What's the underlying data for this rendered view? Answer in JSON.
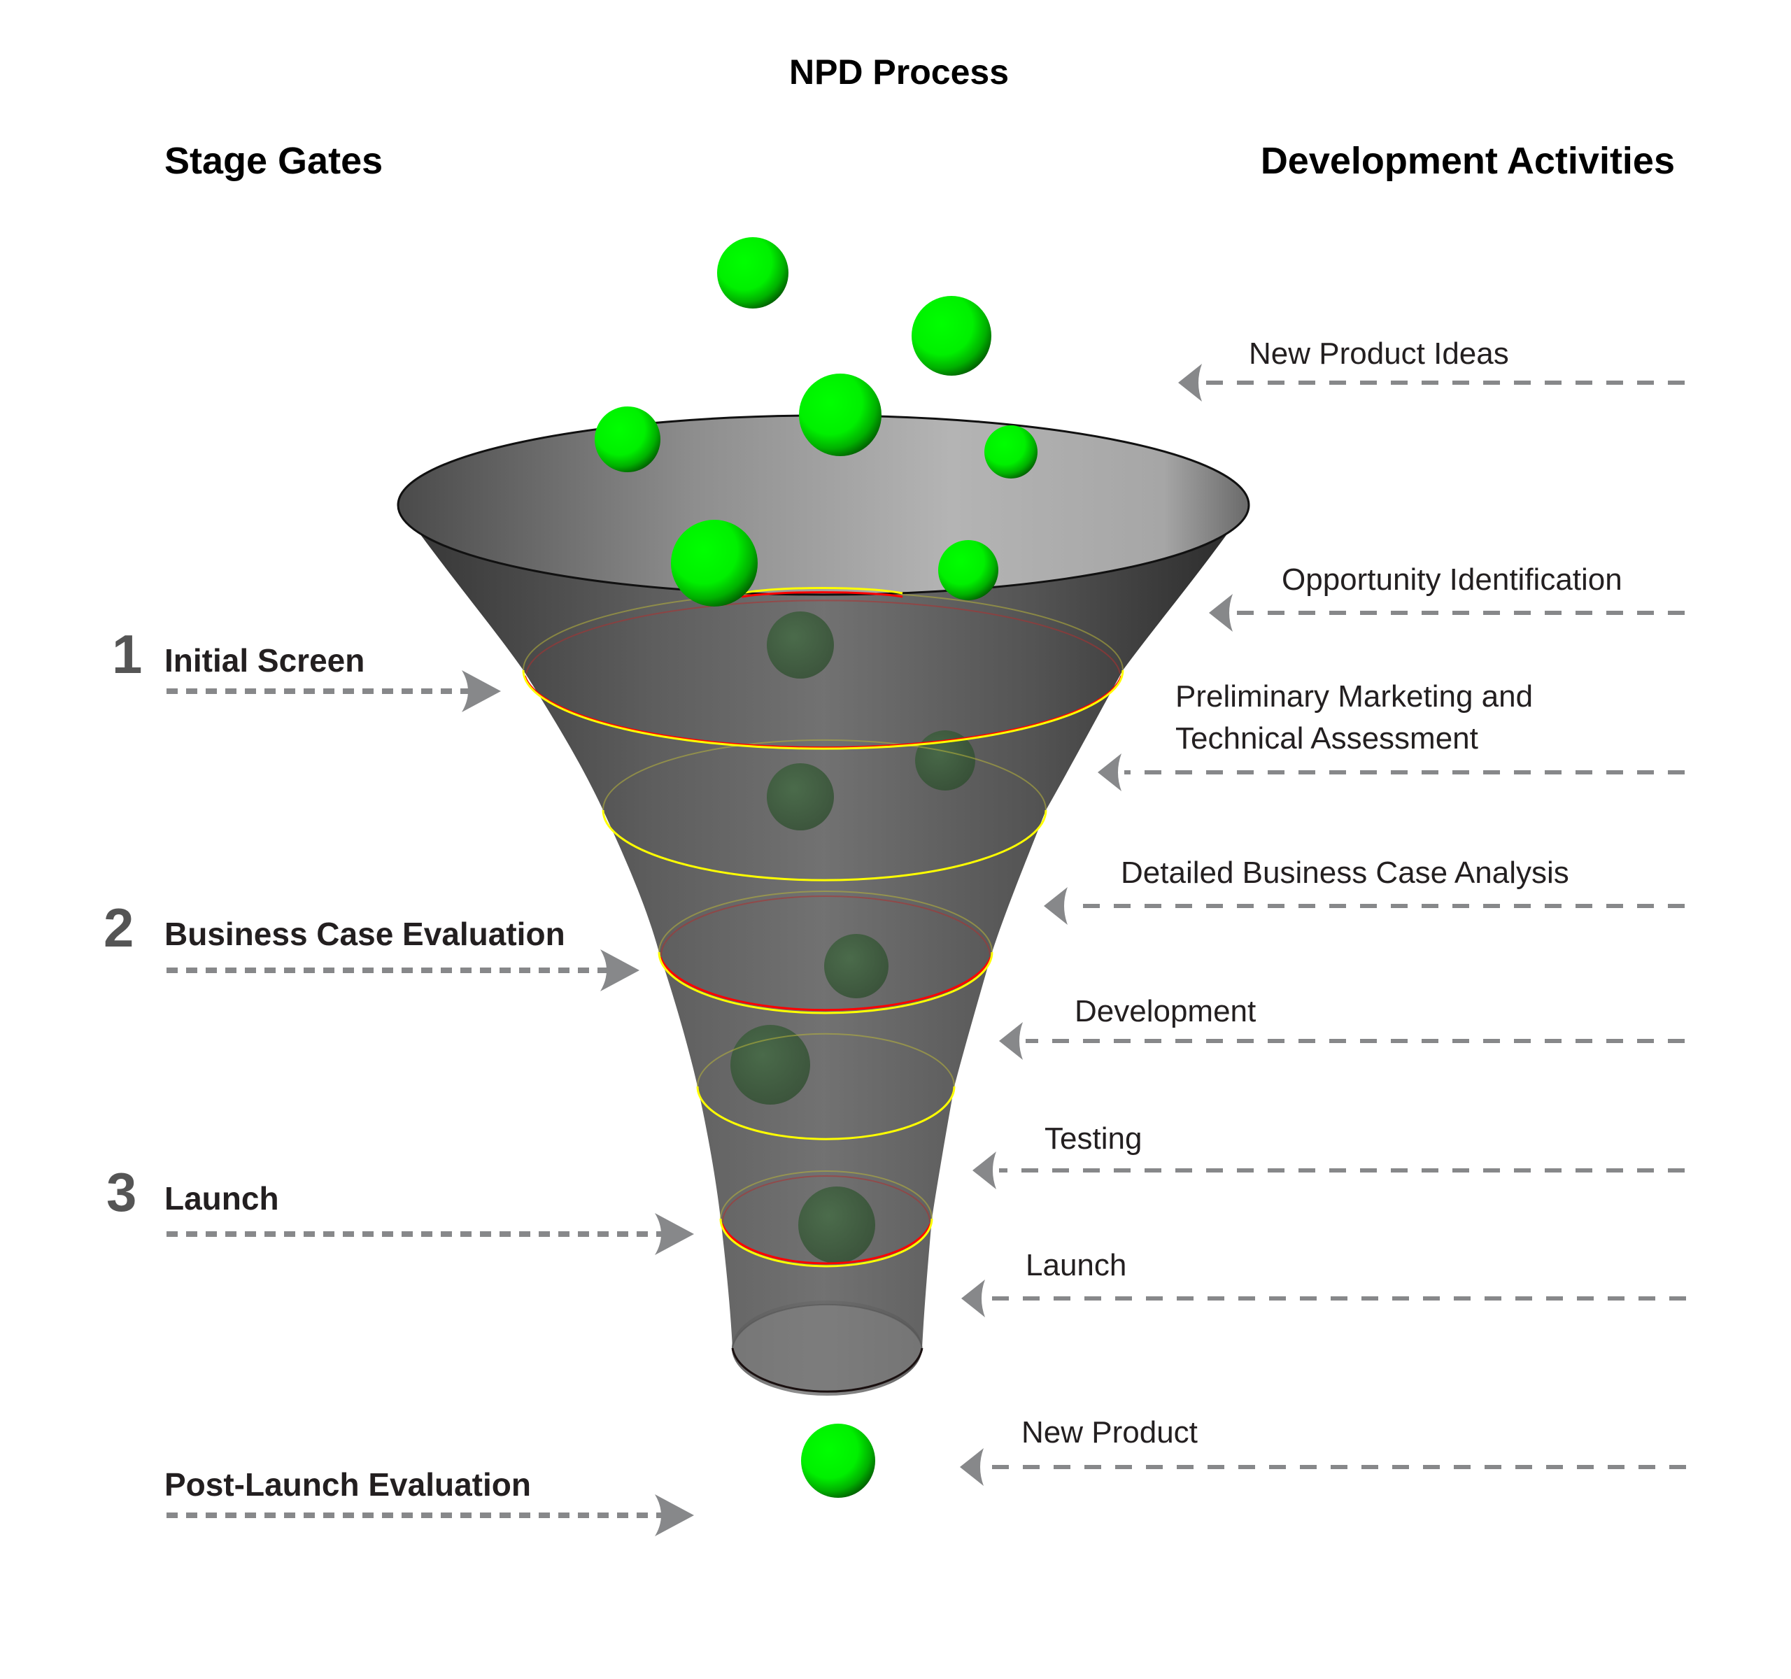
{
  "title": "NPD Process",
  "columns": {
    "left": "Stage Gates",
    "right": "Development Activities"
  },
  "stage_gates": [
    {
      "number": "1",
      "label": "Initial Screen"
    },
    {
      "number": "2",
      "label": "Business Case Evaluation"
    },
    {
      "number": "3",
      "label": "Launch"
    },
    {
      "number": "",
      "label": "Post-Launch Evaluation"
    }
  ],
  "activities": [
    {
      "lines": [
        "New Product Ideas"
      ]
    },
    {
      "lines": [
        "Opportunity Identification"
      ]
    },
    {
      "lines": [
        "Preliminary Marketing and",
        "Technical Assessment"
      ]
    },
    {
      "lines": [
        "Detailed Business Case Analysis"
      ]
    },
    {
      "lines": [
        "Development"
      ]
    },
    {
      "lines": [
        "Testing"
      ]
    },
    {
      "lines": [
        "Launch"
      ]
    },
    {
      "lines": [
        "New Product"
      ]
    }
  ],
  "funnel": {
    "ring_colors": {
      "gate": "#ff0000",
      "stage": "#ffff00"
    },
    "ideas_count_entering": 7,
    "ideas_inside_funnel": 6,
    "products_out": 1,
    "ball_color": "#00ff00"
  }
}
